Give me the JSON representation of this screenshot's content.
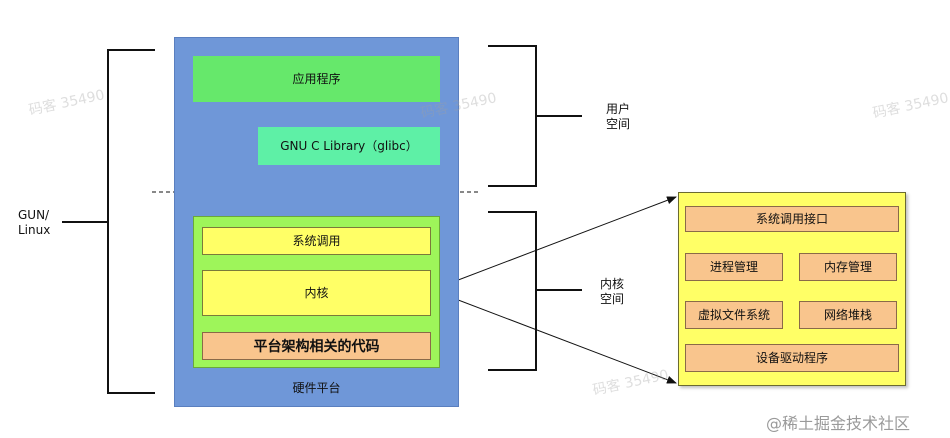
{
  "left_label": "GUN/\nLinux",
  "user_space_label": "用户\n空间",
  "kernel_space_label": "内核\n空间",
  "main": {
    "application": "应用程序",
    "glibc": "GNU C Library（glibc）",
    "syscall": "系统调用",
    "kernel": "内核",
    "arch_code": "平台架构相关的代码",
    "hardware": "硬件平台"
  },
  "kernel_detail": {
    "syscall_interface": "系统调用接口",
    "process_mgmt": "进程管理",
    "memory_mgmt": "内存管理",
    "vfs": "虚拟文件系统",
    "network_stack": "网络堆栈",
    "device_drivers": "设备驱动程序"
  },
  "watermarks": [
    "码客 35490",
    "码客 35490",
    "码客 35490",
    "码客 35490"
  ],
  "footer": "@稀土掘金技术社区",
  "colors": {
    "hardware": "#6f97d8",
    "application": "#66e86b",
    "glibc": "#5ef0a6",
    "kernel_container": "#9ef55a",
    "yellow": "#ffff66",
    "orange": "#f9c58d"
  }
}
